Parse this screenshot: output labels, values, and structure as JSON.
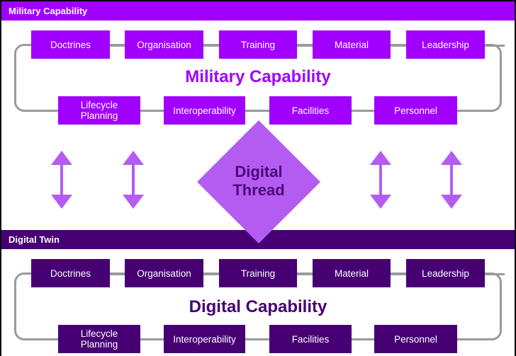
{
  "military": {
    "header": "Military Capability",
    "title": "Military Capability",
    "top_row": [
      "Doctrines",
      "Organisation",
      "Training",
      "Material",
      "Leadership"
    ],
    "bottom_row": [
      "Lifecycle Planning",
      "Interoperability",
      "Facilities",
      "Personnel"
    ]
  },
  "digital": {
    "header": "Digital Twin",
    "title": "Digital Capability",
    "top_row": [
      "Doctrines",
      "Organisation",
      "Training",
      "Material",
      "Leadership"
    ],
    "bottom_row": [
      "Lifecycle Planning",
      "Interoperability",
      "Facilities",
      "Personnel"
    ]
  },
  "center": {
    "line1": "Digital",
    "line2": "Thread"
  },
  "colors": {
    "military": "#a100ff",
    "digital": "#460073",
    "thread": "#b45cf2",
    "arrow": "#b45cf2"
  }
}
